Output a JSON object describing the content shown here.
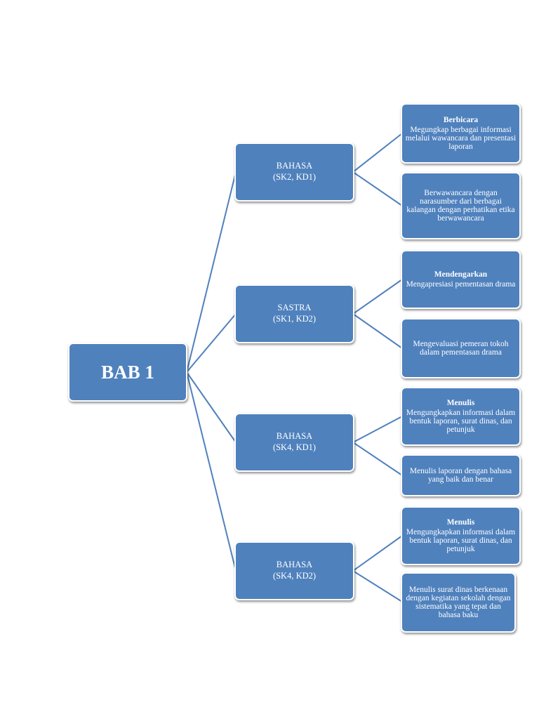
{
  "root": {
    "title": "BAB 1"
  },
  "branches": [
    {
      "label": "BAHASA",
      "code": "(SK2, KD1)",
      "leaves": [
        {
          "title": "Berbicara",
          "text": "Megungkap berbagai informasi melalui wawancara dan presentasi laporan"
        },
        {
          "title": "",
          "text": "Berwawancara dengan narasumber dari berbagai kalangan dengan perhatikan etika berwawancara"
        }
      ]
    },
    {
      "label": "SASTRA",
      "code": "(SK1, KD2)",
      "leaves": [
        {
          "title": "Mendengarkan",
          "text": "Mengapresiasi pementasan drama"
        },
        {
          "title": "",
          "text": "Mengevaluasi pemeran tokoh dalam pementasan drama"
        }
      ]
    },
    {
      "label": "BAHASA",
      "code": "(SK4, KD1)",
      "leaves": [
        {
          "title": "Menulis",
          "text": "Mengungkapkan informasi dalam bentuk laporan, surat dinas, dan petunjuk"
        },
        {
          "title": "",
          "text": "Menulis laporan dengan bahasa yang baik dan benar"
        }
      ]
    },
    {
      "label": "BAHASA",
      "code": "(SK4, KD2)",
      "leaves": [
        {
          "title": "Menulis",
          "text": "Mengungkapkan informasi dalam bentuk laporan, surat dinas, dan petunjuk"
        },
        {
          "title": "",
          "text": "Menulis surat dinas berkenaan dengan kegiatan sekolah dengan sistematika yang tepat dan bahasa baku"
        }
      ]
    }
  ],
  "colors": {
    "box_fill": "#4f81bd",
    "connector": "#4f81bd",
    "box_border": "#ffffff"
  }
}
